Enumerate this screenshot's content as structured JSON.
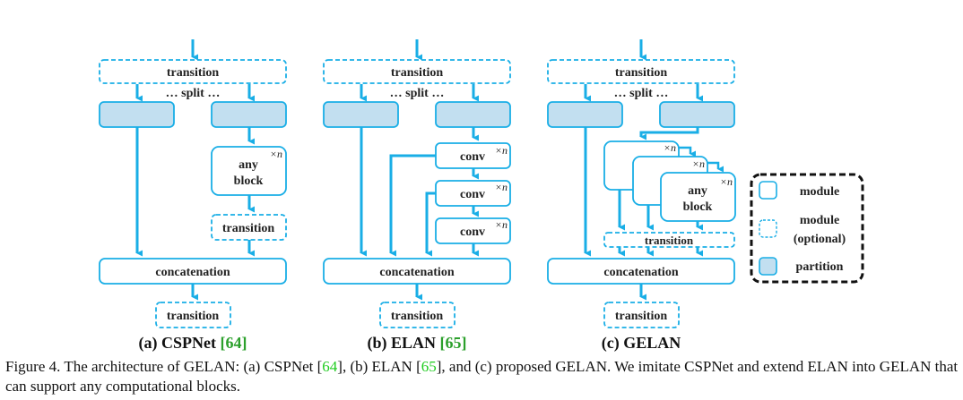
{
  "colors": {
    "stroke": "#19aee6",
    "partition_fill": "#c2dff0",
    "legend_border": "#111111",
    "citation": "#2ca02c"
  },
  "labels": {
    "transition": "transition",
    "split": "… split …",
    "any": "any",
    "block": "block",
    "conv": "conv",
    "concatenation": "concatenation",
    "xn": "×n"
  },
  "subfigures": [
    {
      "prefix": "(a) CSPNet ",
      "citation": "[64]"
    },
    {
      "prefix": "(b) ELAN ",
      "citation": "[65]"
    },
    {
      "prefix": "(c) GELAN",
      "citation": ""
    }
  ],
  "legend": {
    "module": "module",
    "optional_line1": "module",
    "optional_line2": "(optional)",
    "partition": "partition"
  },
  "caption": {
    "t1": "Figure 4. The architecture of GELAN: (a) CSPNet [",
    "r1": "64",
    "t2": "], (b) ELAN [",
    "r2": "65",
    "t3": "], and (c) proposed GELAN. We imitate CSPNet and extend ELAN into GELAN that can support any computational blocks."
  }
}
